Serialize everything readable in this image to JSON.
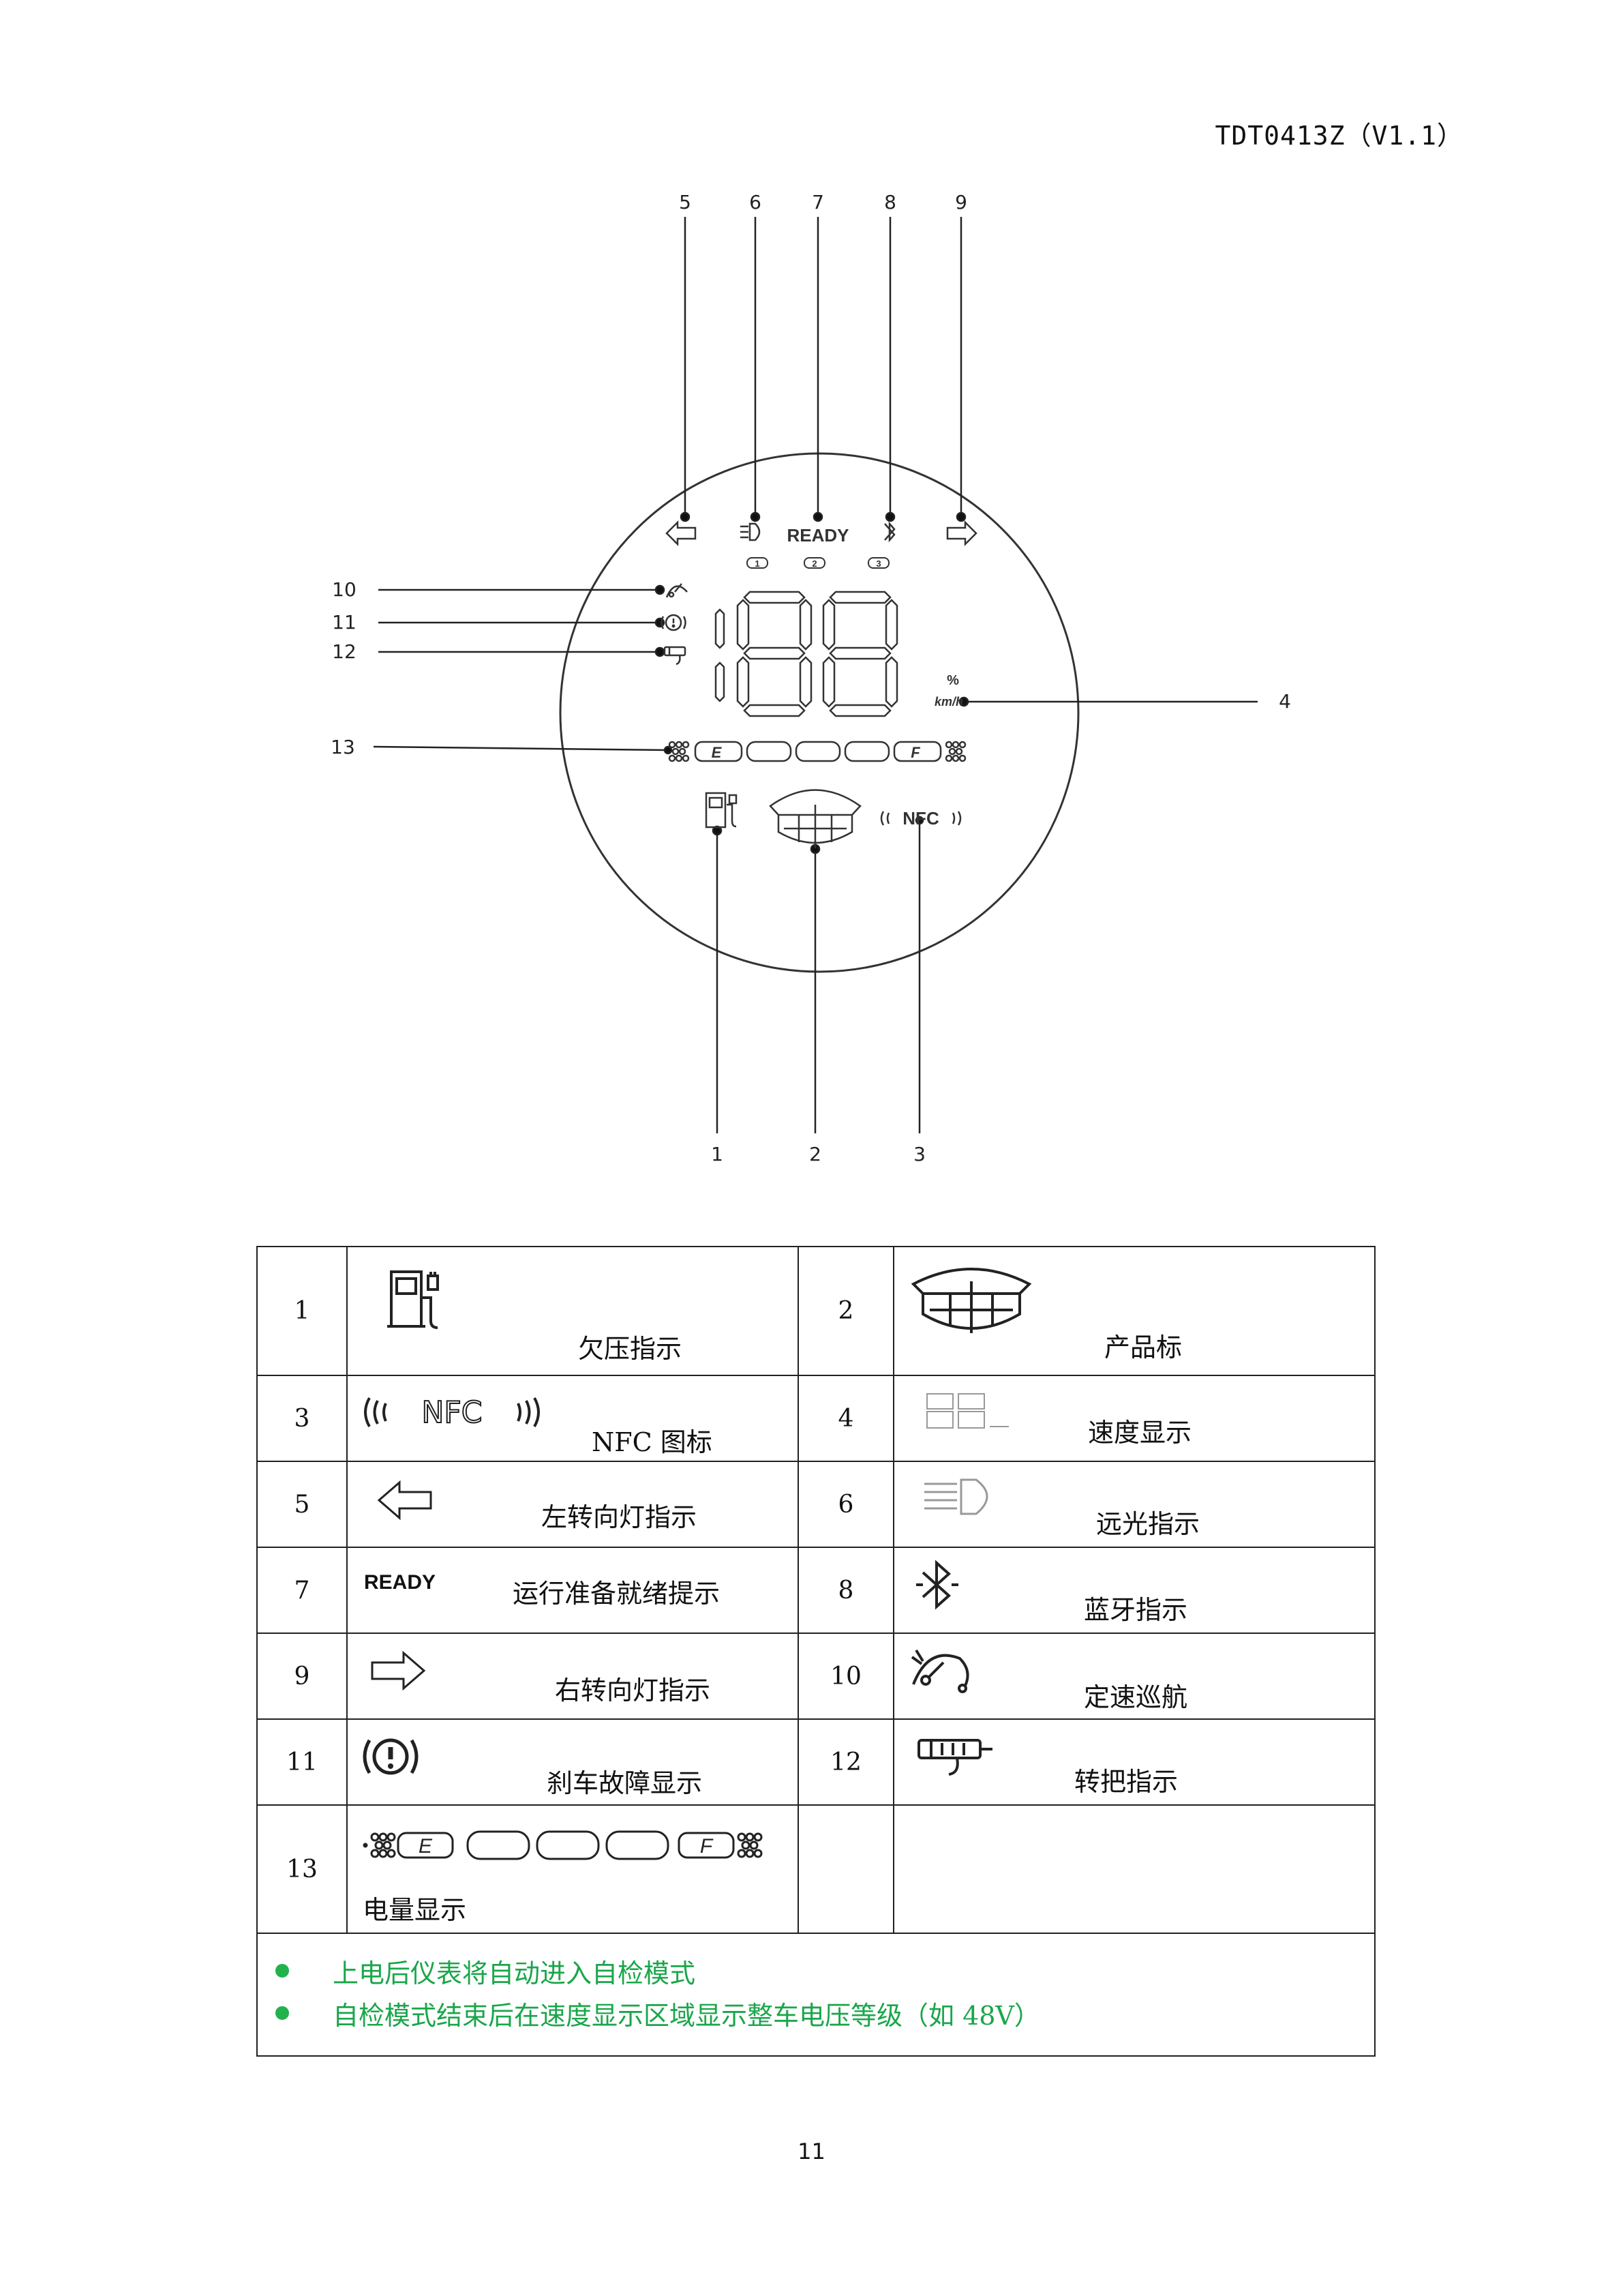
{
  "header": {
    "doc_id": "TDT0413Z（V1.1）"
  },
  "diagram": {
    "callouts": [
      "1",
      "2",
      "3",
      "4",
      "5",
      "6",
      "7",
      "8",
      "9",
      "10",
      "11",
      "12",
      "13"
    ],
    "panel": {
      "ready_text": "READY",
      "gear_labels": [
        "1",
        "2",
        "3"
      ],
      "unit_percent": "%",
      "unit_speed": "km/h",
      "battery_empty": "E",
      "battery_full": "F",
      "nfc_text": "NFC"
    }
  },
  "legend": {
    "rows": [
      {
        "left": {
          "num": "1",
          "icon": "fuel-pump-charger-icon",
          "label": "欠压指示"
        },
        "right": {
          "num": "2",
          "icon": "product-logo-icon",
          "label": "产品标"
        }
      },
      {
        "left": {
          "num": "3",
          "icon": "nfc-icon",
          "icon_text": "NFC",
          "label": "NFC 图标"
        },
        "right": {
          "num": "4",
          "icon": "speed-digits-icon",
          "label": "速度显示"
        }
      },
      {
        "left": {
          "num": "5",
          "icon": "left-arrow-icon",
          "label": "左转向灯指示"
        },
        "right": {
          "num": "6",
          "icon": "high-beam-icon",
          "label": "远光指示"
        }
      },
      {
        "left": {
          "num": "7",
          "icon": "ready-icon",
          "icon_text": "READY",
          "label": "运行准备就绪提示"
        },
        "right": {
          "num": "8",
          "icon": "bluetooth-icon",
          "label": "蓝牙指示"
        }
      },
      {
        "left": {
          "num": "9",
          "icon": "right-arrow-icon",
          "label": "右转向灯指示"
        },
        "right": {
          "num": "10",
          "icon": "cruise-control-icon",
          "label": "定速巡航"
        }
      },
      {
        "left": {
          "num": "11",
          "icon": "brake-fault-icon",
          "label": "刹车故障显示"
        },
        "right": {
          "num": "12",
          "icon": "throttle-grip-icon",
          "label": "转把指示"
        }
      },
      {
        "left": {
          "num": "13",
          "icon": "battery-level-icon",
          "icon_text_e": "E",
          "icon_text_f": "F",
          "label": "电量显示"
        },
        "right": {
          "num": "",
          "label": ""
        }
      }
    ],
    "notes": [
      "上电后仪表将自动进入自检模式",
      "自检模式结束后在速度显示区域显示整车电压等级（如 48V）"
    ],
    "note_color": "#22b24c"
  },
  "footer": {
    "page_number": "11"
  }
}
